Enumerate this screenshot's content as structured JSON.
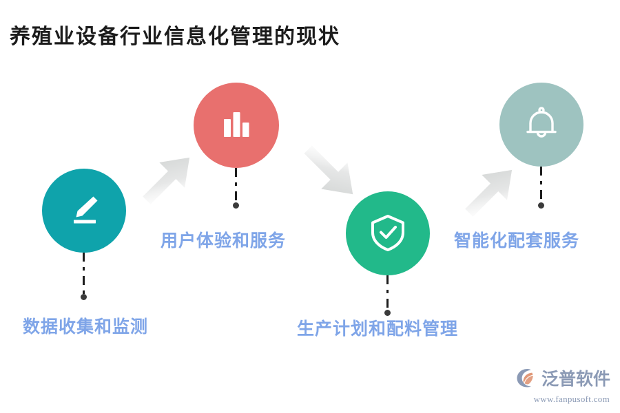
{
  "page": {
    "title": "养殖业设备行业信息化管理的现状",
    "background_color": "#ffffff"
  },
  "flow": {
    "label_color": "#7fa5e8",
    "connector_color": "#1d1d1d",
    "arrow_color": "#d8dada",
    "steps": [
      {
        "index": 1,
        "label": "数据收集和监测",
        "icon": "pencil-edit-icon",
        "circle_color": "#0fa3ab",
        "position": "bottom-row"
      },
      {
        "index": 2,
        "label": "用户体验和服务",
        "icon": "bar-chart-icon",
        "circle_color": "#e8706e",
        "position": "top-row"
      },
      {
        "index": 3,
        "label": "生产计划和配料管理",
        "icon": "shield-check-icon",
        "circle_color": "#22b98a",
        "position": "bottom-row"
      },
      {
        "index": 4,
        "label": "智能化配套服务",
        "icon": "bell-icon",
        "circle_color": "#9ec3c0",
        "position": "top-row"
      }
    ],
    "arrows": [
      {
        "index": 1,
        "direction": "up-right",
        "from_step": 1,
        "to_step": 2
      },
      {
        "index": 2,
        "direction": "down-right",
        "from_step": 2,
        "to_step": 3
      },
      {
        "index": 3,
        "direction": "up-right",
        "from_step": 3,
        "to_step": 4
      }
    ]
  },
  "logo": {
    "name": "泛普软件",
    "url": "www.fanpusoft.com",
    "mark_color": "#8b9ab5",
    "accent_color": "#e09878"
  }
}
